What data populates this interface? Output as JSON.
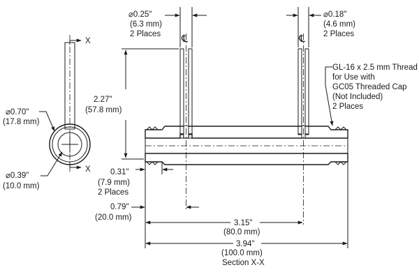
{
  "side_view": {
    "od_label": "⌀0.70\"",
    "od_mm": "(17.8 mm)",
    "id_label": "⌀0.39\"",
    "id_mm": "(10.0 mm)",
    "section_marker": "X"
  },
  "dimensions": {
    "left_stem_dia": "⌀0.25\"",
    "left_stem_dia_mm": "(6.3 mm)",
    "left_stem_places": "2 Places",
    "right_stem_dia": "⌀0.18\"",
    "right_stem_dia_mm": "(4.6 mm)",
    "right_stem_places": "2 Places",
    "stem_height": "2.27\"",
    "stem_height_mm": "(57.8 mm)",
    "wall": "0.31\"",
    "wall_mm": "(7.9 mm)",
    "wall_places": "2 Places",
    "inset": "0.79\"",
    "inset_mm": "(20.0 mm)",
    "spacing": "3.15\"",
    "spacing_mm": "(80.0 mm)",
    "length": "3.94\"",
    "length_mm": "(100.0 mm)",
    "section_title": "Section X-X",
    "centerline_symbol": "℄"
  },
  "thread_note": {
    "lines": [
      "GL-16 x 2.5 mm Thread",
      "for Use with",
      "GC05 Threaded Cap",
      "(Not Included)",
      "2 Places"
    ]
  }
}
